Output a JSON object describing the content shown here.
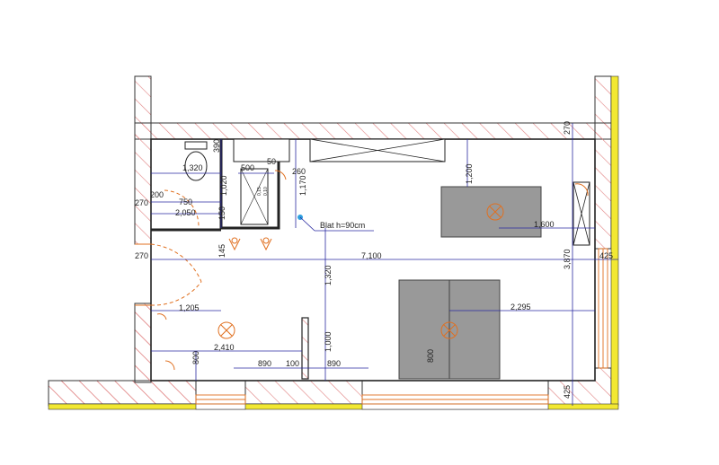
{
  "plan": {
    "colors": {
      "wall_hatch": "#e08080",
      "insulation": "#f2e832",
      "furniture_fill": "#999999",
      "fixture": "#e07020",
      "dimension_line": "#2a2aa0",
      "callout_dot": "#2ea0e0"
    },
    "dims": {
      "d1320": "1,320",
      "d390": "390",
      "d500": "500",
      "d50": "50",
      "d260": "260",
      "d1020": "1,020",
      "d200": "200",
      "d750": "750",
      "d270a": "270",
      "d2050": "2,050",
      "d150": "150",
      "d145": "145",
      "d1170": "1,170",
      "d1200": "1,200",
      "d1600": "1,600",
      "d270b": "270",
      "d7100": "7,100",
      "d270c": "270",
      "d3870": "3,870",
      "d425a": "425",
      "d1320b": "1,320",
      "d1205": "1,205",
      "d2295": "2,295",
      "d2410": "2,410",
      "d800a": "800",
      "d890a": "890",
      "d100": "100",
      "d1000": "1,000",
      "d890b": "890",
      "d800b": "800",
      "d425b": "425"
    },
    "small": {
      "s1": "0,15",
      "s2": "0,10"
    },
    "note": "Blat h=90cm",
    "icons": [
      "toilet-icon",
      "ceiling-light-icon",
      "door-swing-icon",
      "radiator-icon",
      "shower-icon"
    ]
  }
}
